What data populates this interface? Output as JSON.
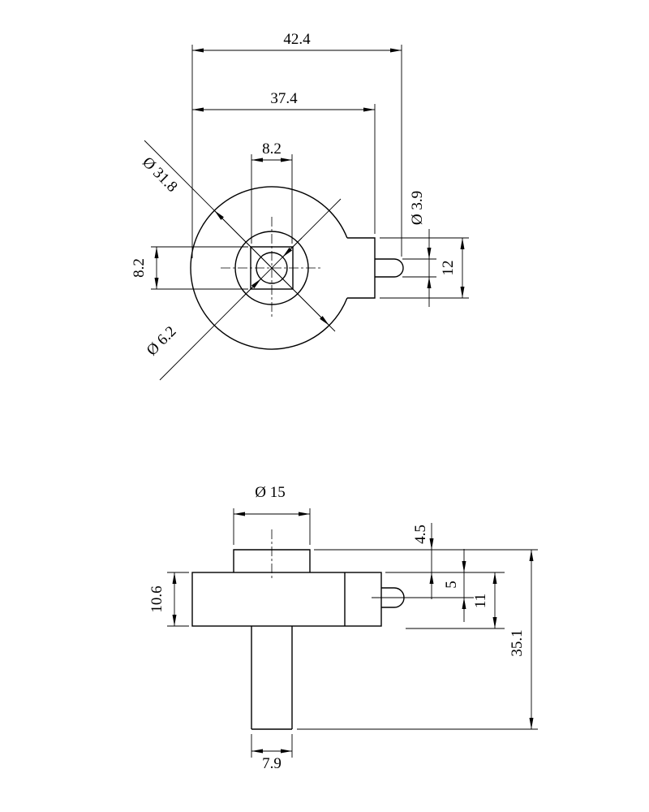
{
  "top_view": {
    "dims": {
      "overall_width": "42.4",
      "body_width": "37.4",
      "slot_width": "8.2",
      "outer_diameter": "Ø 31.8",
      "pin_diameter": "Ø 3.9",
      "slot_height": "8.2",
      "bore_diameter": "Ø 6.2",
      "tab_height": "12"
    }
  },
  "front_view": {
    "dims": {
      "boss_diameter": "Ø 15",
      "body_height": "10.6",
      "boss_height": "4.5",
      "pin_center_offset": "5",
      "pin_lower_offset": "11",
      "overall_height": "35.1",
      "shaft_width": "7.9"
    }
  }
}
